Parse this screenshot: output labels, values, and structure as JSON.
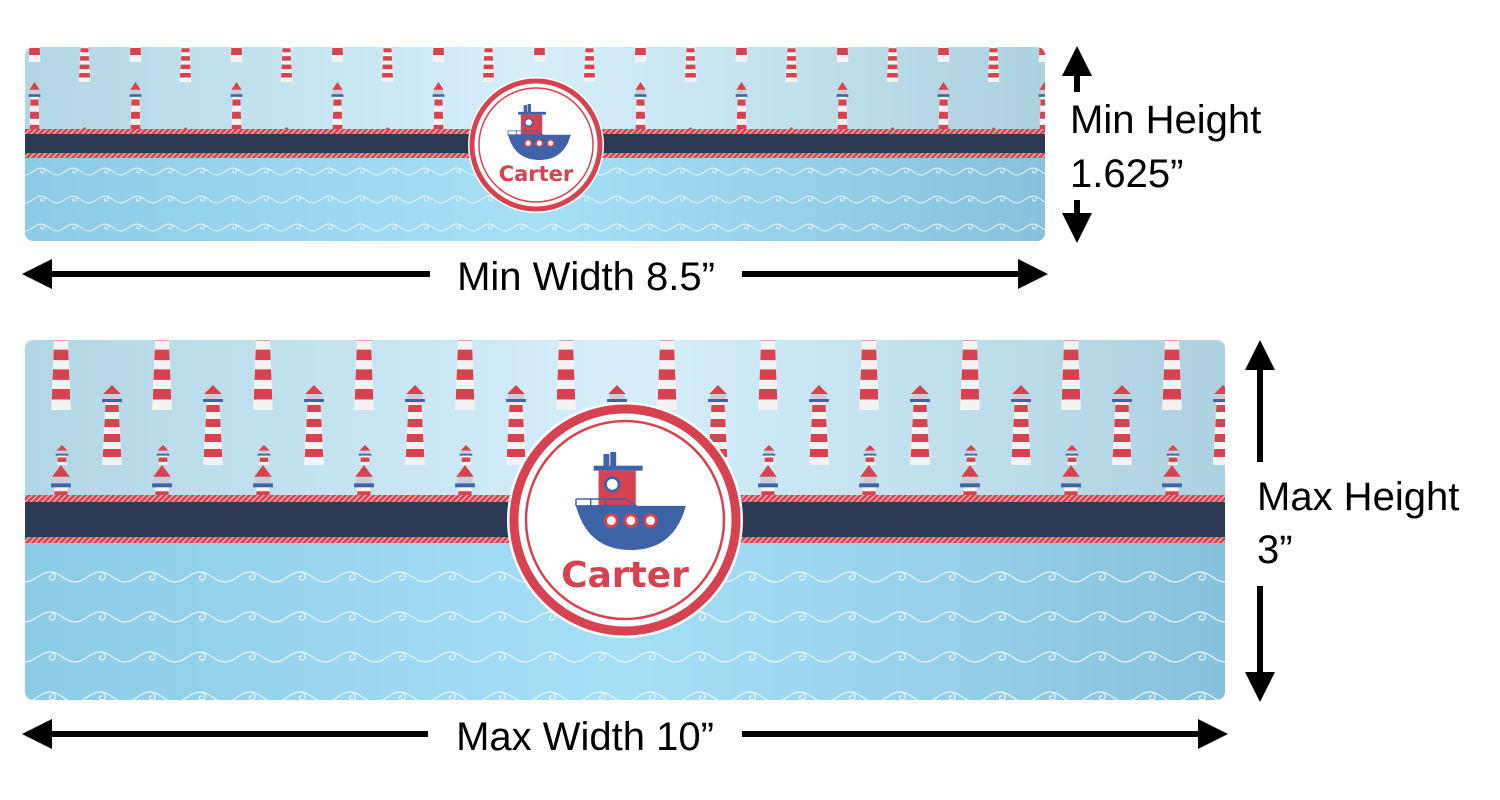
{
  "product": {
    "personalized_name": "Carter"
  },
  "dimensions": {
    "min_width_label": "Min Width 8.5”",
    "min_height_label": "Min Height",
    "min_height_value": "1.625”",
    "max_width_label": "Max Width 10”",
    "max_height_label": "Max Height",
    "max_height_value": "3”"
  },
  "colors": {
    "red": "#d6424f",
    "navy": "#2c3a55",
    "sky": "#bfe3f1",
    "water": "#99d3ee",
    "boat_blue": "#3f63a8"
  }
}
